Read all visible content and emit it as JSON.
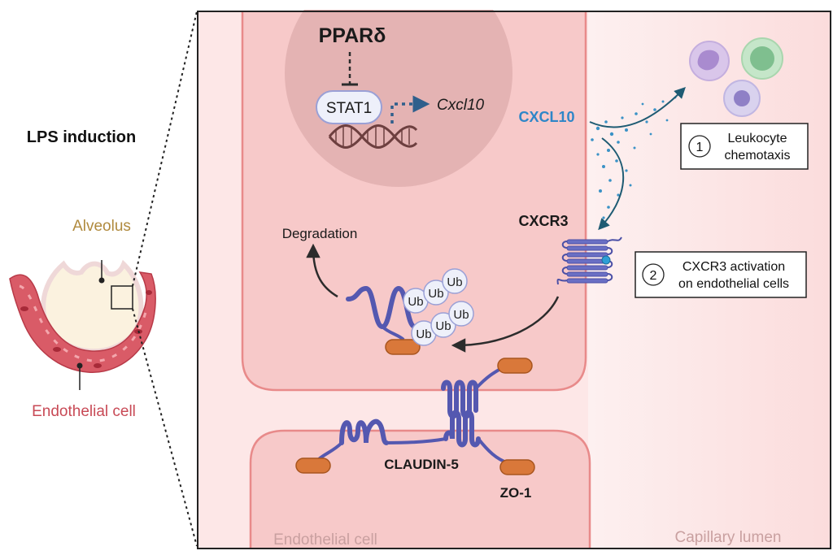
{
  "left_panel": {
    "title": "LPS induction",
    "alveolus_label": "Alveolus",
    "endothelial_label": "Endothelial cell"
  },
  "nucleus": {
    "regulator": "PPARδ",
    "transcription_factor": "STAT1",
    "target_gene": "Cxcl10"
  },
  "chemokine": {
    "ligand": "CXCL10",
    "receptor": "CXCR3"
  },
  "ubiquitin": {
    "tag": "Ub",
    "degradation_label": "Degradation"
  },
  "junction": {
    "claudin_label": "CLAUDIN-5",
    "zo1_label": "ZO-1"
  },
  "steps": [
    {
      "number": "1",
      "line1": "Leukocyte",
      "line2": "chemotaxis"
    },
    {
      "number": "2",
      "line1": "CXCR3 activation",
      "line2": "on endothelial cells"
    }
  ],
  "regions": {
    "endothelial_cell": "Endothelial cell",
    "capillary_lumen": "Capillary lumen"
  },
  "colors": {
    "cell_fill": "#f7c9c9",
    "cell_border": "#e88a8a",
    "nucleus_fill": "#e4b3b3",
    "protein_blue": "#5458b0",
    "cxcl10_blue": "#2e86c8",
    "zo1_orange": "#d9783a",
    "alveolus_label": "#b08a3e",
    "endothelial_label": "#c84a56"
  }
}
